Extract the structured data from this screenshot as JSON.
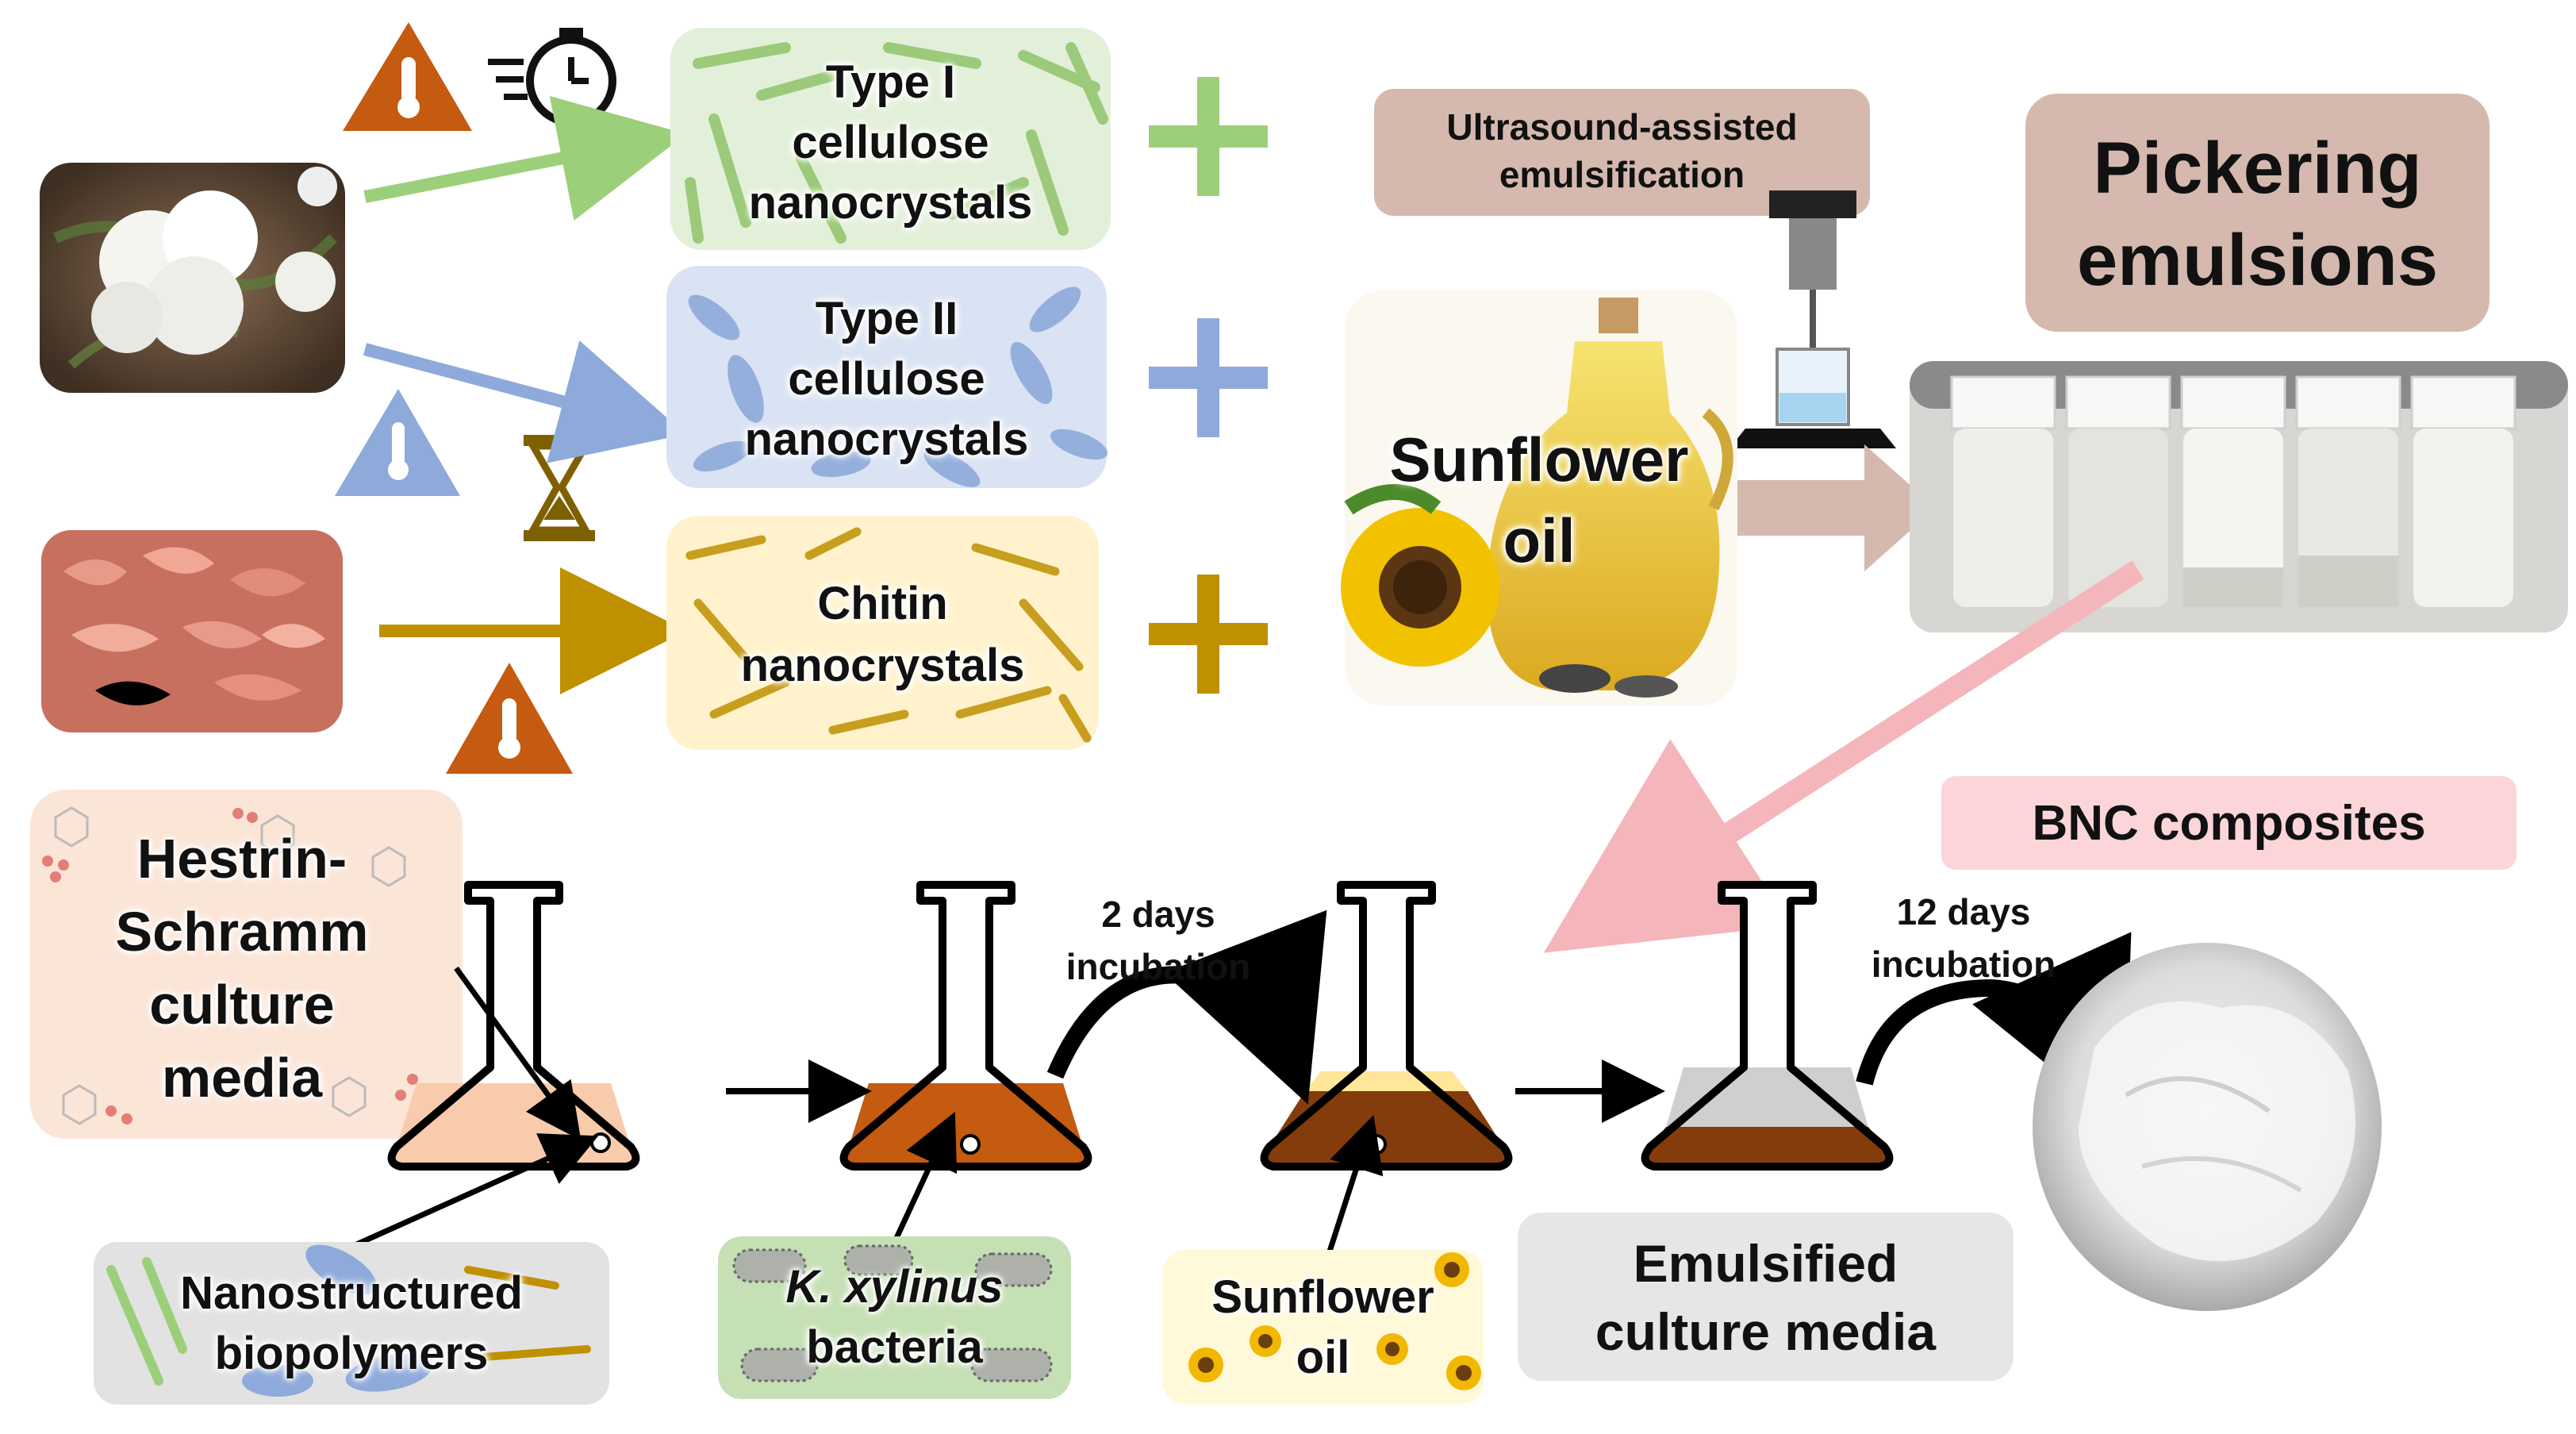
{
  "crystals": {
    "type1": [
      "Type I",
      "cellulose",
      "nanocrystals"
    ],
    "type2": [
      "Type II",
      "cellulose",
      "nanocrystals"
    ],
    "chitin": [
      "Chitin",
      "nanocrystals"
    ]
  },
  "ultrasound": [
    "Ultrasound-assisted",
    "emulsification"
  ],
  "sunflower_oil": [
    "Sunflower",
    "oil"
  ],
  "pickering": [
    "Pickering",
    "emulsions"
  ],
  "bnc_composites": "BNC composites",
  "hestrin": [
    "Hestrin-",
    "Schramm",
    "culture",
    "media"
  ],
  "incubation_1": [
    "2 days",
    "incubation"
  ],
  "incubation_2": [
    "12 days",
    "incubation"
  ],
  "nanostructured": [
    "Nanostructured",
    "biopolymers"
  ],
  "bacteria": [
    "K. xylinus",
    "bacteria"
  ],
  "sunflower_small": [
    "Sunflower",
    "oil"
  ],
  "emulsified": [
    "Emulsified",
    "culture media"
  ],
  "colors": {
    "green": "#9ccf7a",
    "blue": "#8eaadb",
    "gold": "#bf9000",
    "brown_tan": "#c6a394",
    "pink": "#f4b6bb",
    "warning": "#c55a11"
  }
}
